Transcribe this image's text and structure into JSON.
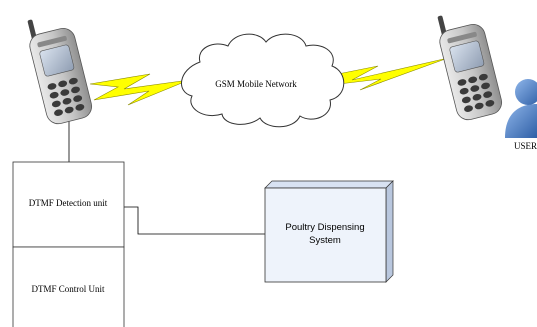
{
  "diagram": {
    "cloud_label": "GSM Mobile Network",
    "user_label": "USER",
    "detection_label": "DTMF Detection unit",
    "control_label": "DTMF Control Unit",
    "dispenser_label_line1": "Poultry Dispensing",
    "dispenser_label_line2": "System"
  },
  "colors": {
    "lightning": "#ffff00",
    "phone_body": "#c8c8c8",
    "phone_screen": "#a8b4c4",
    "user_blue": "#3f72b8",
    "box_fill": "#eef3fb"
  },
  "icons": [
    "mobile-phone-icon",
    "mobile-phone-icon",
    "lightning-icon",
    "lightning-icon",
    "cloud-icon",
    "user-icon"
  ]
}
